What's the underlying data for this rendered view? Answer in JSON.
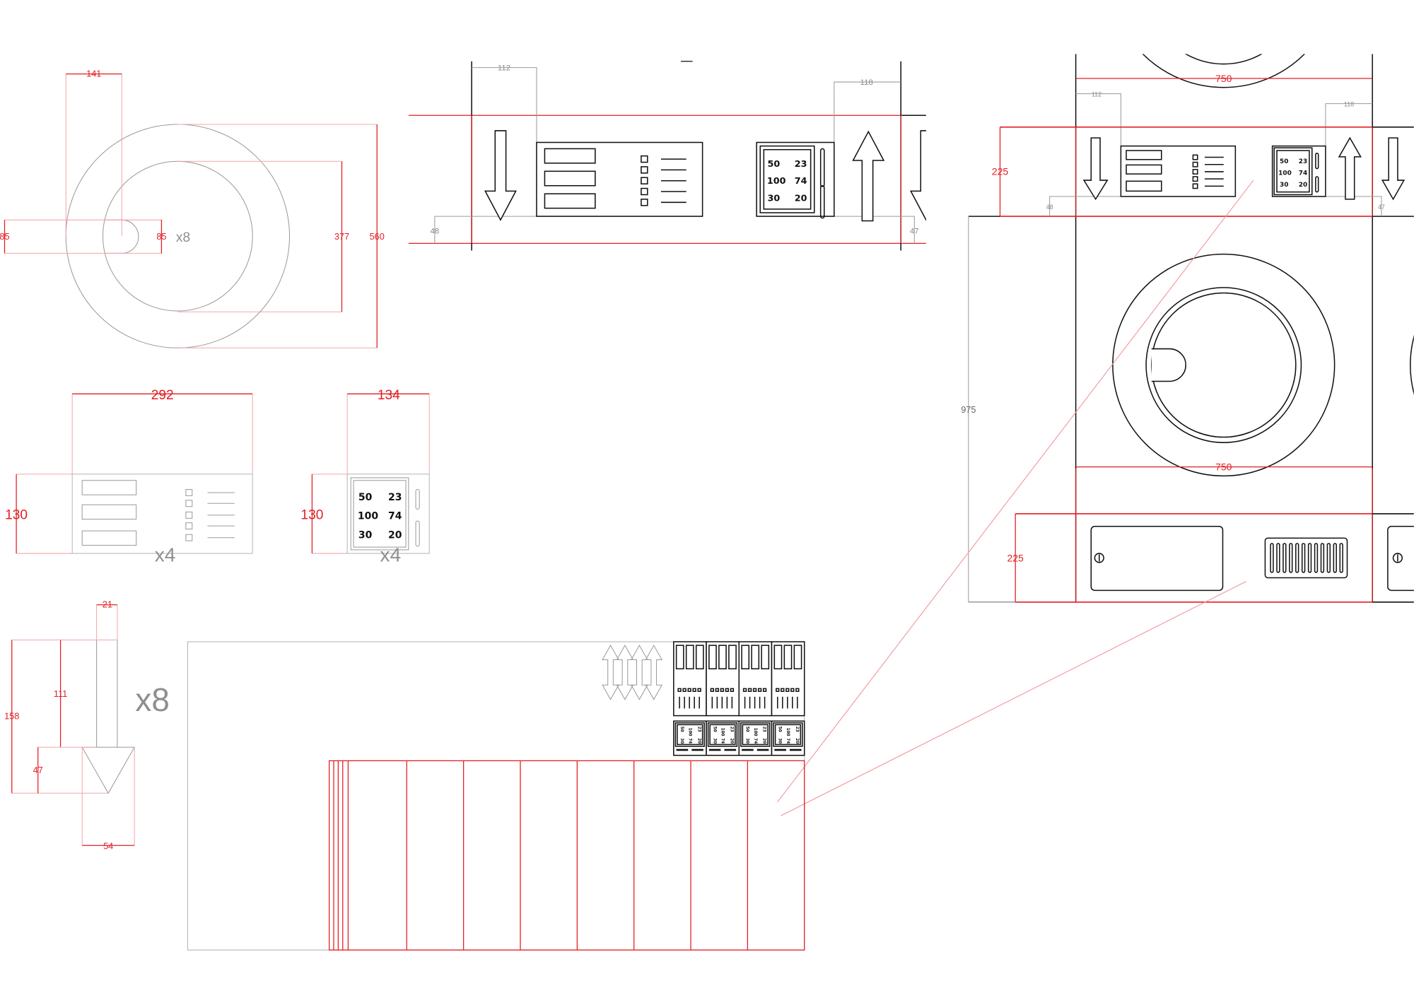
{
  "drawing": {
    "ring": {
      "slot_offset": "141",
      "slot_height_left": "85",
      "slot_height_right": "85",
      "inner_diameter": "377",
      "outer_diameter": "560",
      "qty": "x8"
    },
    "control_strip": {
      "left_offset": "112",
      "right_offset": "118",
      "left_height": "48",
      "right_height": "47"
    },
    "front_view": {
      "top_width": "750",
      "left_offset": "112",
      "right_offset": "118",
      "top_band_height": "225",
      "left_small": "48",
      "right_small": "47",
      "body_height": "975",
      "door_width": "750",
      "bottom_band_height": "225"
    },
    "button_panel": {
      "width": "292",
      "height": "130",
      "qty": "x4"
    },
    "display_panel": {
      "width": "134",
      "height": "130",
      "qty": "x4"
    },
    "display_values": [
      "50",
      "23",
      "100",
      "74",
      "30",
      "20"
    ],
    "arrow": {
      "shaft_width": "21",
      "total_length": "158",
      "shaft_length": "111",
      "head_length": "47",
      "head_width": "54",
      "qty": "x8"
    },
    "colors": {
      "dimension": "#e31e24",
      "outline": "#111111",
      "construction": "#9a9a9a"
    }
  }
}
